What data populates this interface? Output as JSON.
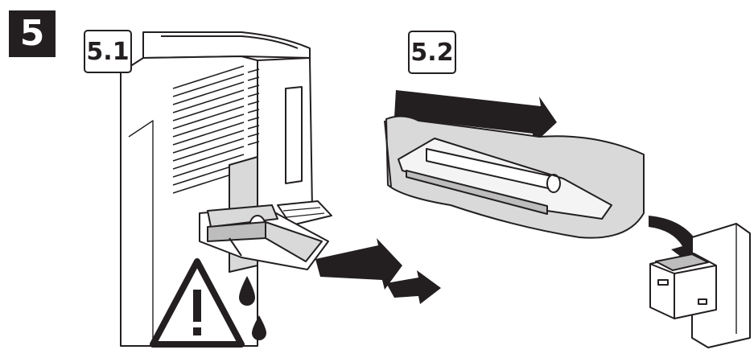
{
  "step": {
    "number": "5"
  },
  "substeps": [
    {
      "label": "5.1"
    },
    {
      "label": "5.2"
    }
  ],
  "icons": {
    "warning": "warning-triangle-icon",
    "drops": "ink-drop-icon"
  },
  "colors": {
    "ink": "#231f20",
    "paper": "#ffffff",
    "shade": "#d9d9d9",
    "mid": "#bdbdbd"
  }
}
